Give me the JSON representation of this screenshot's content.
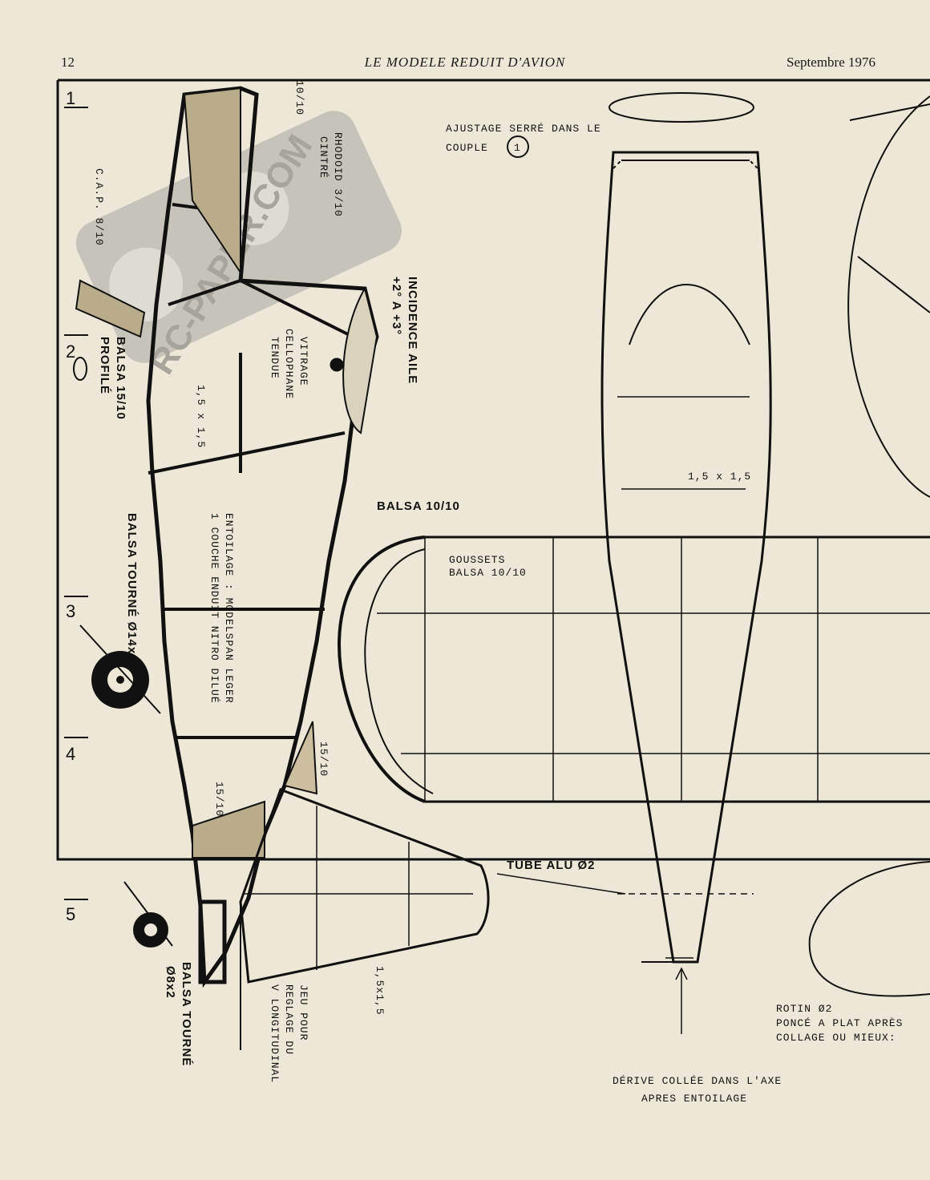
{
  "header": {
    "page_number": "12",
    "publication": "LE MODELE REDUIT D'AVION",
    "date": "Septembre 1976"
  },
  "watermark": {
    "text": "RC-PAPER.COM"
  },
  "stations": [
    "1",
    "2",
    "3",
    "4",
    "5"
  ],
  "labels": {
    "ajustage": "AJUSTAGE SERRÉ DANS LE",
    "couple": "COUPLE",
    "couple_num": "1",
    "ten_ten": "10/10",
    "rhodoid": "RHODOID 3/10",
    "cintre": "CINTRÉ",
    "cap": "C.A.P. 8/10",
    "incidence": "INCIDENCE AILE",
    "incidence_val": "+2° A +3°",
    "vitrage": "VITRAGE",
    "cellophane": "CELLOPHANE",
    "tendue": "TENDUE",
    "balsa_profile_1": "BALSA 15/10",
    "balsa_profile_2": "PROFILÉ",
    "strip_1": "1,5 x 1,5",
    "strip_2": "1,5 x 1,5",
    "strip_3": "1,5x1,5",
    "entoilage_1": "ENTOILAGE : MODELSPAN LEGER",
    "entoilage_2": "1 COUCHE     ENDUIT NITRO DILUÉ",
    "balsa_tourne_big": "BALSA TOURNÉ Ø14x3",
    "balsa_1010": "BALSA 10/10",
    "goussets_1": "GOUSSETS",
    "goussets_2": "BALSA 10/10",
    "fifteen_ten_a": "15/10",
    "fifteen_ten_b": "15/10",
    "tube_alu": "TUBE ALU Ø2",
    "balsa_tourne_small_1": "BALSA TOURNÉ",
    "balsa_tourne_small_2": "Ø8x2",
    "jeu_1": "JEU POUR",
    "jeu_2": "REGLAGE DU",
    "jeu_3": "V LONGITUDINAL",
    "rotin_1": "ROTIN Ø2",
    "rotin_2": "PONCÉ A PLAT APRÈS",
    "rotin_3": "COLLAGE OU MIEUX:",
    "derive_1": "DÉRIVE COLLÉE DANS L'AXE",
    "derive_2": "APRES ENTOILAGE"
  }
}
